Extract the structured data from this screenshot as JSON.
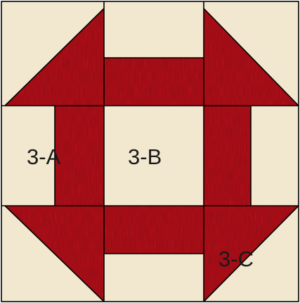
{
  "block": {
    "colors": {
      "background": "#f1e8cf",
      "red": "#b0141f",
      "red_dark": "#8c0c16",
      "seam": "#000000"
    },
    "labels": {
      "a": "3-A",
      "b": "3-B",
      "c": "3-C"
    }
  }
}
